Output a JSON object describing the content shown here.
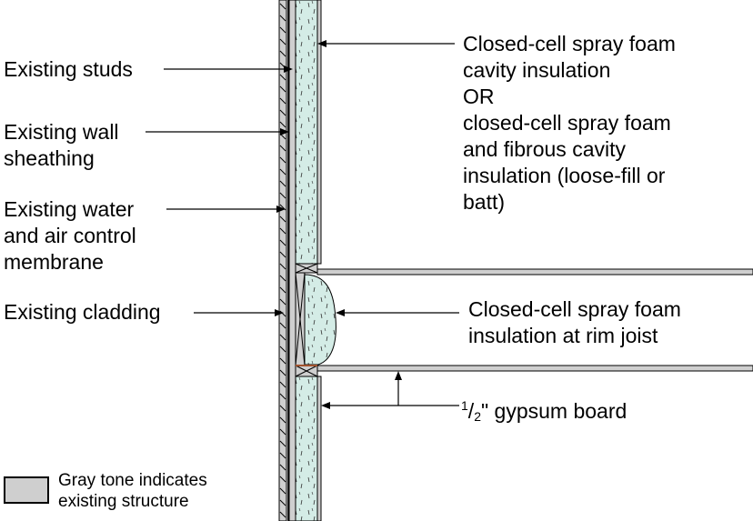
{
  "labels": {
    "existing_studs": "Existing studs",
    "wall_sheathing": [
      "Existing wall",
      "sheathing"
    ],
    "water_air_membrane": [
      "Existing water",
      "and air control",
      "membrane"
    ],
    "cladding": "Existing cladding",
    "cavity_insulation": [
      "Closed-cell spray foam",
      "cavity insulation",
      "OR",
      "closed-cell spray foam",
      "and fibrous cavity",
      "insulation (loose-fill or",
      "batt)"
    ],
    "rim_joist_insulation": [
      "Closed-cell spray foam",
      "insulation at rim joist"
    ],
    "gypsum": {
      "num": "1",
      "den": "2",
      "rest": "\" gypsum board"
    }
  },
  "legend": {
    "text": [
      "Gray tone indicates",
      "existing structure"
    ],
    "swatch_color": "#cfcfcf"
  },
  "colors": {
    "foam": "#d4ece6",
    "existing": "#cfcfcf",
    "rim_wood": "#c9a58a",
    "line": "#000000"
  }
}
